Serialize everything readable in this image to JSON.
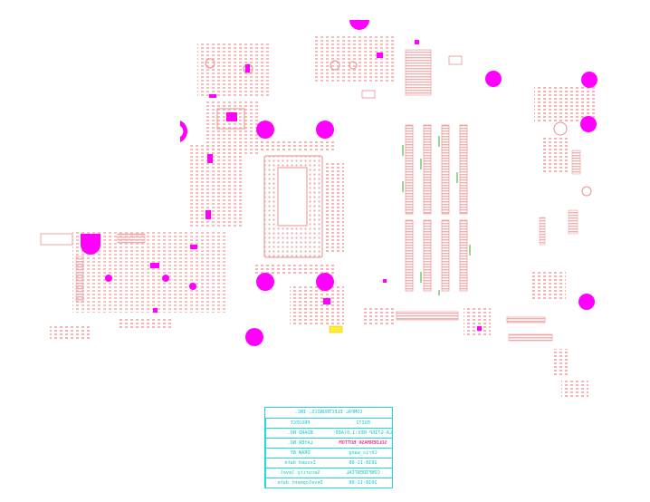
{
  "board": {
    "colors": {
      "background": "#ffffff",
      "pad": "#f3b3b3",
      "outline": "#ec8f8f",
      "via": "#ff00ff",
      "cyan": "#1fd8d8",
      "green": "#2fae2f",
      "yellow": "#ffee33"
    }
  },
  "title_block": {
    "rows": [
      {
        "label": "COMPAL ELECTRONICS, INC.",
        "value": ""
      },
      {
        "label": "PROJECT",
        "value": "EDI72"
      },
      {
        "label": "BOARD NO.",
        "value": "LA-G716P REV:1.0(A00)"
      },
      {
        "label": "LAYER NO.",
        "value": "SOLDERMASK_BOTTOM",
        "accent": true
      },
      {
        "label": "DRAW BY",
        "value": "Chris_wang"
      },
      {
        "label": "Issued date",
        "value": "2018-11-08"
      },
      {
        "label": "Security level",
        "value": "CONFIDENTIAL"
      },
      {
        "label": "Development date",
        "value": "2018-11-08"
      }
    ]
  }
}
